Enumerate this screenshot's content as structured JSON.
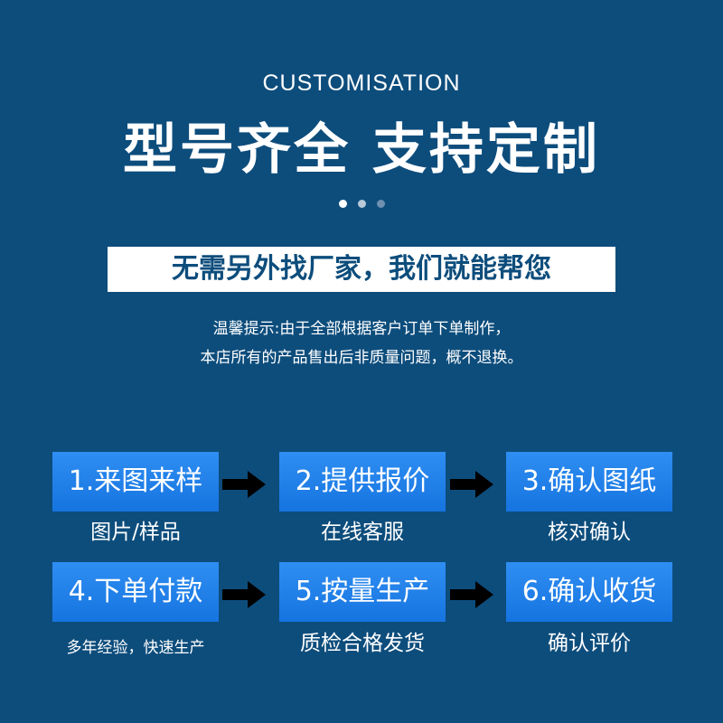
{
  "header": {
    "subtitle_en": "CUSTOMISATION",
    "title": "型号齐全  支持定制"
  },
  "dots": [
    {
      "color": "#ffffff"
    },
    {
      "color": "#b8c9d9"
    },
    {
      "color": "#6f90b0"
    }
  ],
  "banner": {
    "text": "无需另外找厂家，我们就能帮您"
  },
  "notice": {
    "line1": "温馨提示:由于全部根据客户订单下单制作，",
    "line2": "本店所有的产品售出后非质量问题，概不退换。"
  },
  "steps": [
    {
      "label": "1.来图来样",
      "caption": "图片/样品"
    },
    {
      "label": "2.提供报价",
      "caption": "在线客服"
    },
    {
      "label": "3.确认图纸",
      "caption": "核对确认"
    },
    {
      "label": "4.下单付款",
      "caption": "多年经验，快速生产"
    },
    {
      "label": "5.按量生产",
      "caption": "质检合格发货"
    },
    {
      "label": "6.确认收货",
      "caption": "确认评价"
    }
  ],
  "colors": {
    "background": "#0d4d7c",
    "step_box": "#1f80ea",
    "arrow": "#000000"
  }
}
